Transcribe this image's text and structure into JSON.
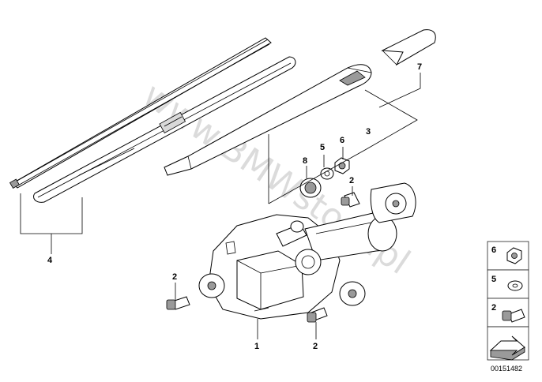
{
  "diagram": {
    "callouts": {
      "c1": "1",
      "c2a": "2",
      "c2b": "2",
      "c2c": "2",
      "c3": "3",
      "c4": "4",
      "c5": "5",
      "c6": "6",
      "c7": "7",
      "c8": "8"
    },
    "watermark": "www.BMWstore.pl",
    "legend": {
      "row6": "6",
      "row5": "5",
      "row2": "2"
    },
    "diagram_id": "00151482"
  }
}
